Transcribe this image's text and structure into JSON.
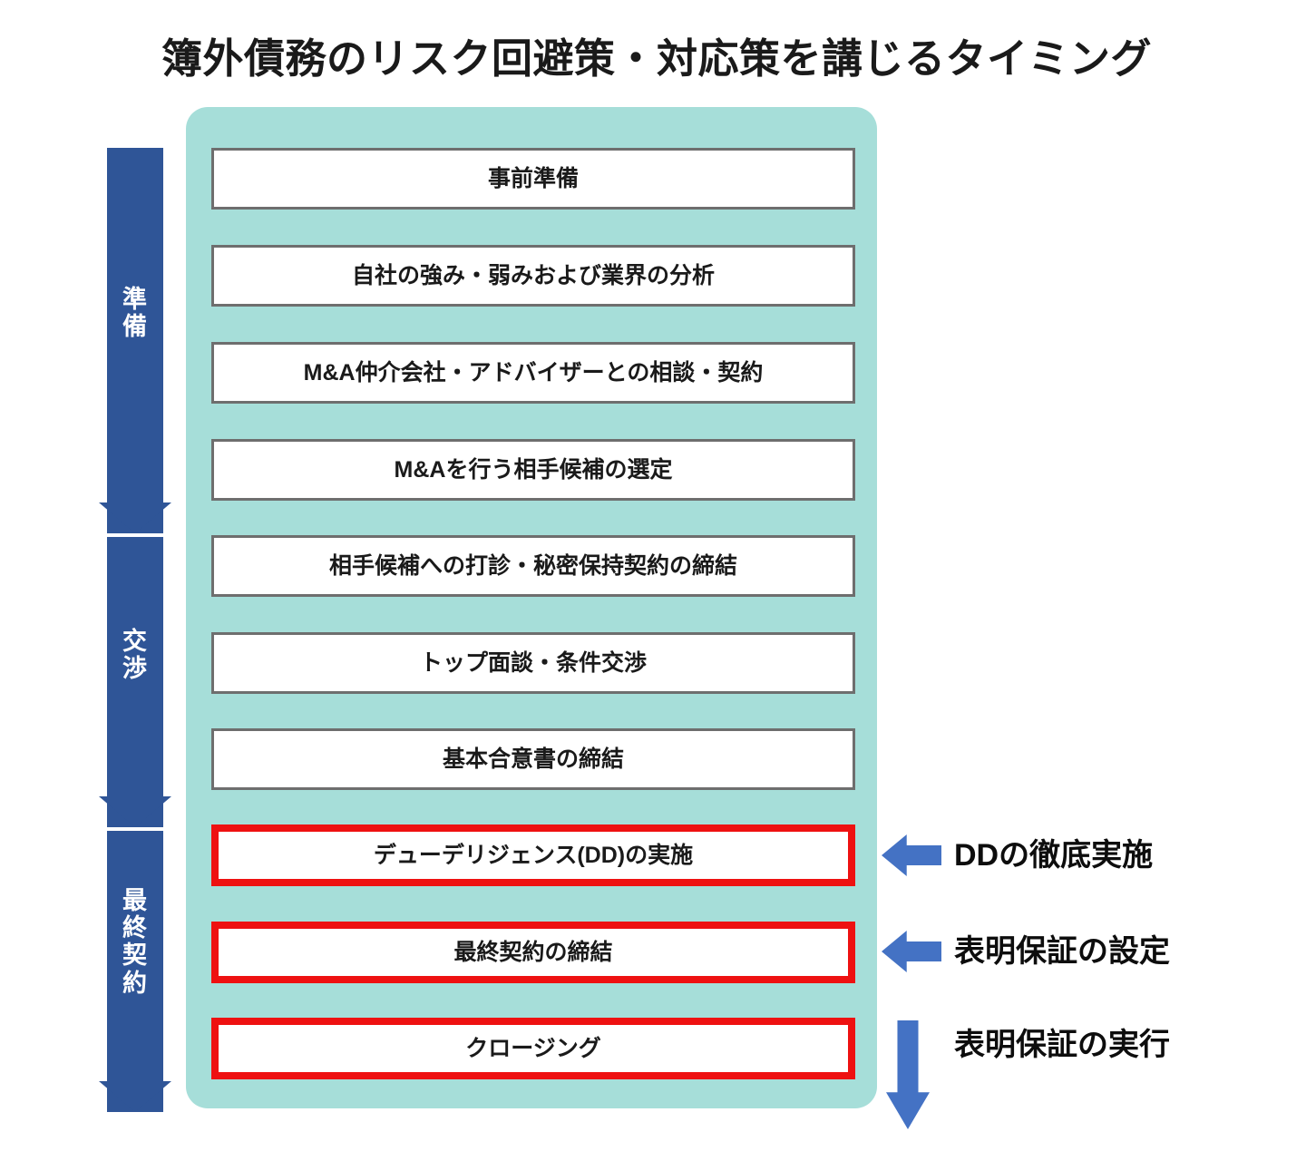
{
  "title": "簿外債務のリスク回避策・対応策を講じるタイミング",
  "colors": {
    "panel_teal": "#a6ded9",
    "phase_band_blue": "#2f5597",
    "annotation_arrow_blue": "#4472c4",
    "highlight_border_red": "#ee1111",
    "step_border_gray": "#6e6e6e",
    "text_black": "#1a1a1a",
    "background_white": "#ffffff"
  },
  "phases": [
    {
      "label_chars": [
        "準",
        "備"
      ],
      "name": "preparation"
    },
    {
      "label_chars": [
        "交",
        "渉"
      ],
      "name": "negotiation"
    },
    {
      "label_chars": [
        "最",
        "終",
        "契",
        "約"
      ],
      "name": "final-contract"
    }
  ],
  "steps": [
    {
      "label": "事前準備",
      "highlighted": false
    },
    {
      "label": "自社の強み・弱みおよび業界の分析",
      "highlighted": false
    },
    {
      "label": "M&A仲介会社・アドバイザーとの相談・契約",
      "highlighted": false
    },
    {
      "label": "M&Aを行う相手候補の選定",
      "highlighted": false
    },
    {
      "label": "相手候補への打診・秘密保持契約の締結",
      "highlighted": false
    },
    {
      "label": "トップ面談・条件交渉",
      "highlighted": false
    },
    {
      "label": "基本合意書の締結",
      "highlighted": false
    },
    {
      "label": "デューデリジェンス(DD)の実施",
      "highlighted": true
    },
    {
      "label": "最終契約の締結",
      "highlighted": true
    },
    {
      "label": "クロージング",
      "highlighted": true
    }
  ],
  "annotations": [
    {
      "label": "DDの徹底実施",
      "arrow": "arrow-left-icon"
    },
    {
      "label": "表明保証の設定",
      "arrow": "arrow-left-icon"
    },
    {
      "label": "表明保証の実行",
      "arrow": "arrow-down-icon"
    }
  ]
}
